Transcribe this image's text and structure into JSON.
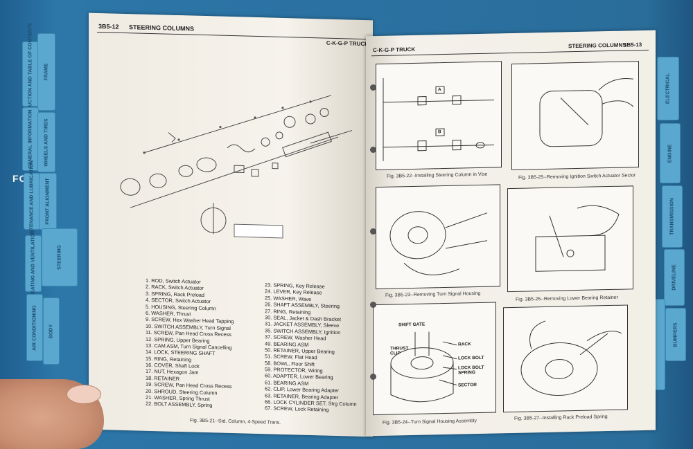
{
  "binder": {
    "cover_text": "FO",
    "tabs": [
      "INTRODUCTION AND TABLE OF CONTENTS",
      "GENERAL INFORMATION",
      "MAINTENANCE AND LUBRICATION",
      "HEATING AND VENTILATION",
      "AIR CONDITIONING",
      "FRAME",
      "BUMPERS",
      "WHEELS AND TIRES",
      "BODY",
      "FRONT ALIGNMENT",
      "STEERING",
      "ELECTRICAL",
      "ENGINE",
      "TRANSMISSION",
      "DRIVELINE"
    ]
  },
  "left_page": {
    "page_number": "3B5-12",
    "section_title": "STEERING COLUMNS",
    "running_head": "C-K-G-P TRUCK",
    "legend_col1": [
      "1. ROD, Switch Actuator",
      "2. RACK, Switch Actuator",
      "3. SPRING, Rack Preload",
      "4. SECTOR, Switch Actuator",
      "5. HOUSING, Steering Column",
      "6. WASHER, Thrust",
      "9. SCREW, Hex Washer Head Tapping",
      "10. SWITCH ASSEMBLY, Turn Signal",
      "11. SCREW, Pan Head Cross Recess",
      "12. SPRING, Upper Bearing",
      "13. CAM ASM, Turn Signal Cancelling",
      "14. LOCK, STEERING SHAFT",
      "15. RING, Retaining",
      "16. COVER, Shaft Lock",
      "17. NUT, Hexagon Jam",
      "18. RETAINER",
      "19. SCREW, Pan Head Cross Recess",
      "20. SHROUD, Steering Column",
      "21. WASHER, Spring Thrust",
      "22. BOLT ASSEMBLY, Spring"
    ],
    "legend_col2": [
      "23. SPRING, Key Release",
      "24. LEVER, Key Release",
      "25. WASHER, Wave",
      "26. SHAFT ASSEMBLY, Steering",
      "27. RING, Retaining",
      "30. SEAL, Jacket & Dash Bracket",
      "31. JACKET ASSEMBLY, Sleeve",
      "35. SWITCH ASSEMBLY, Ignition",
      "37. SCREW, Washer Head",
      "49. BEARING ASM",
      "50. RETAINER, Upper Bearing",
      "51. SCREW, Flat Head",
      "58. BOWL, Floor Shift",
      "59. PROTECTOR, Wiring",
      "60. ADAPTER, Lower Bearing",
      "61. BEARING ASM",
      "62. CLIP, Lower Bearing Adapter",
      "63. RETAINER, Bearing Adapter",
      "66. LOCK CYLINDER SET, Strg Column",
      "67. SCREW, Lock Retaining"
    ],
    "figure_caption": "Fig. 3B5-21--Std. Column, 4-Speed Trans."
  },
  "right_page": {
    "running_head": "C-K-G-P TRUCK",
    "section_title": "STEERING COLUMNS",
    "page_number": "3B5-13",
    "figures": {
      "fig22": {
        "caption": "Fig. 3B5-22--Installing Steering Column in Vise",
        "label_a": "A",
        "label_b": "B"
      },
      "fig25": {
        "caption": "Fig. 3B5-25--Removing Ignition Switch Actuator Sector"
      },
      "fig23": {
        "caption": "Fig. 3B5-23--Removing Turn Signal Housing"
      },
      "fig26": {
        "caption": "Fig. 3B5-26--Removing Lower Bearing Retainer"
      },
      "fig24": {
        "caption": "Fig. 3B5-24--Turn Signal Housing Assembly",
        "callouts": [
          "SHIFT GATE",
          "RACK",
          "THRUST CLIP",
          "LOCK BOLT",
          "LOCK BOLT SPRING",
          "SECTOR"
        ]
      },
      "fig27": {
        "caption": "Fig. 3B5-27--Installing Rack Preload Spring"
      }
    }
  }
}
